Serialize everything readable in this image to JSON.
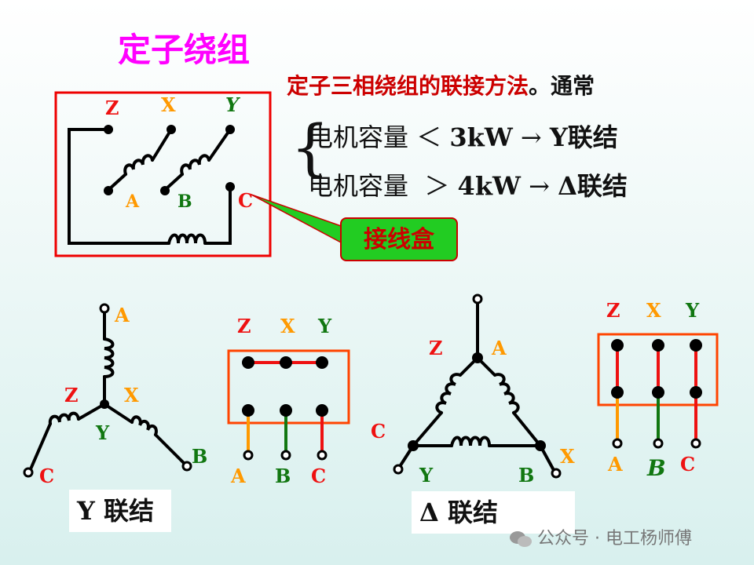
{
  "title": "定子绕组",
  "intro": {
    "red": "定子三相绕组的联接方法",
    "black": "。通常"
  },
  "rules": [
    {
      "left": "电机容量",
      "op": "＜",
      "value": "3kW",
      "arrow": "→",
      "conn": "Y联结"
    },
    {
      "left": "电机容量",
      "op": "＞",
      "value": "4kW",
      "arrow": "→",
      "conn": "Δ联结"
    }
  ],
  "callout": "接线盒",
  "colors": {
    "red": "#ee1111",
    "orange": "#ff9900",
    "green": "#117711",
    "magenta": "#ff00ff",
    "box_red": "#ee0000",
    "box_orange": "#ff4400"
  },
  "terminal_box": {
    "top": [
      "Z",
      "X",
      "Y"
    ],
    "bottom": [
      "A",
      "B",
      "C"
    ]
  },
  "y_star": {
    "labels": [
      "A",
      "Z",
      "X",
      "Y",
      "B",
      "C"
    ],
    "caption": "Y 联结",
    "box": {
      "top": [
        "Z",
        "X",
        "Y"
      ],
      "bottom": [
        "A",
        "B",
        "C"
      ]
    }
  },
  "delta": {
    "labels": [
      "Z",
      "A",
      "C",
      "Y",
      "B",
      "X"
    ],
    "caption": "Δ 联结",
    "box": {
      "top": [
        "Z",
        "X",
        "Y"
      ],
      "bottom": [
        "A",
        "B",
        "C"
      ]
    }
  },
  "watermark": "公众号 · 电工杨师傅"
}
